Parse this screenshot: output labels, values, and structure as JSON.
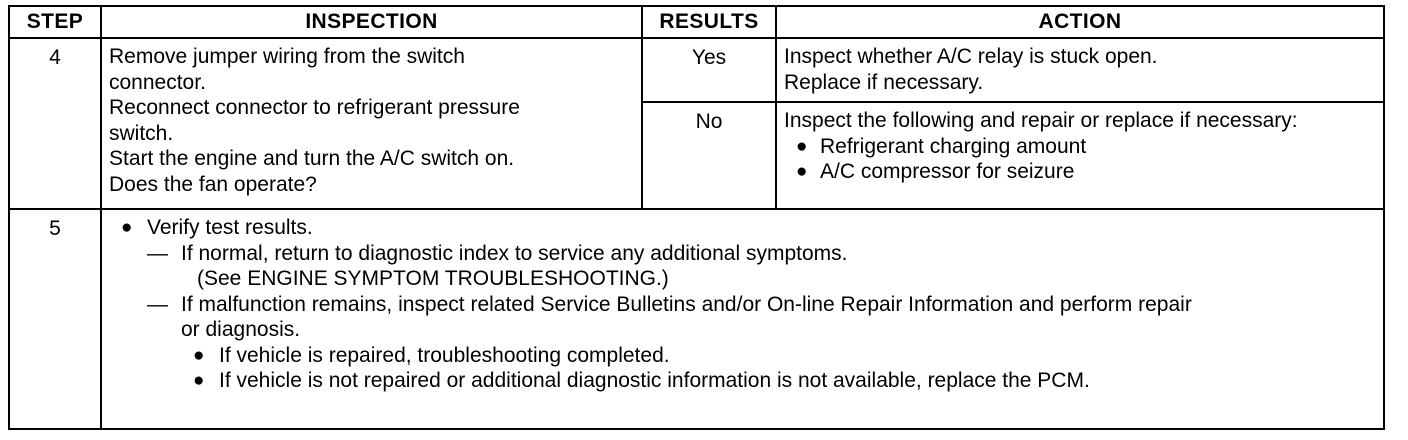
{
  "document": {
    "kind": "diagnostic-troubleshooting-table",
    "columns": [
      "STEP",
      "INSPECTION",
      "RESULTS",
      "ACTION"
    ]
  },
  "header": {
    "step": "STEP",
    "inspection": "INSPECTION",
    "results": "RESULTS",
    "action": "ACTION"
  },
  "step4": {
    "number": "4",
    "inspection_lines": [
      "Remove jumper wiring from the switch",
      "connector.",
      "Reconnect connector to refrigerant pressure",
      "switch.",
      "Start the engine and turn the A/C switch on.",
      "Does the fan operate?"
    ],
    "results": {
      "yes": "Yes",
      "no": "No"
    },
    "action_yes_lines": [
      "Inspect whether A/C relay is stuck open.",
      "Replace if necessary."
    ],
    "action_no_intro": "Inspect the following and repair or replace if necessary:",
    "action_no_bullets": [
      "Refrigerant charging amount",
      "A/C compressor for seizure"
    ]
  },
  "step5": {
    "number": "5",
    "bullet1": "Verify test results.",
    "dash1_line1": "If normal, return to diagnostic index to service any additional symptoms.",
    "dash1_line2": "(See ENGINE SYMPTOM TROUBLESHOOTING.)",
    "dash2_line1": "If malfunction remains, inspect related Service Bulletins and/or On-line Repair Information and perform repair",
    "dash2_line2": "or diagnosis.",
    "subbullet1": "If vehicle is repaired, troubleshooting completed.",
    "subbullet2": "If vehicle is not repaired or additional diagnostic information is not available, replace the PCM."
  },
  "glyphs": {
    "bullet": "●",
    "emdash": "—"
  },
  "colors": {
    "ink": "#000000",
    "paper": "#ffffff"
  }
}
